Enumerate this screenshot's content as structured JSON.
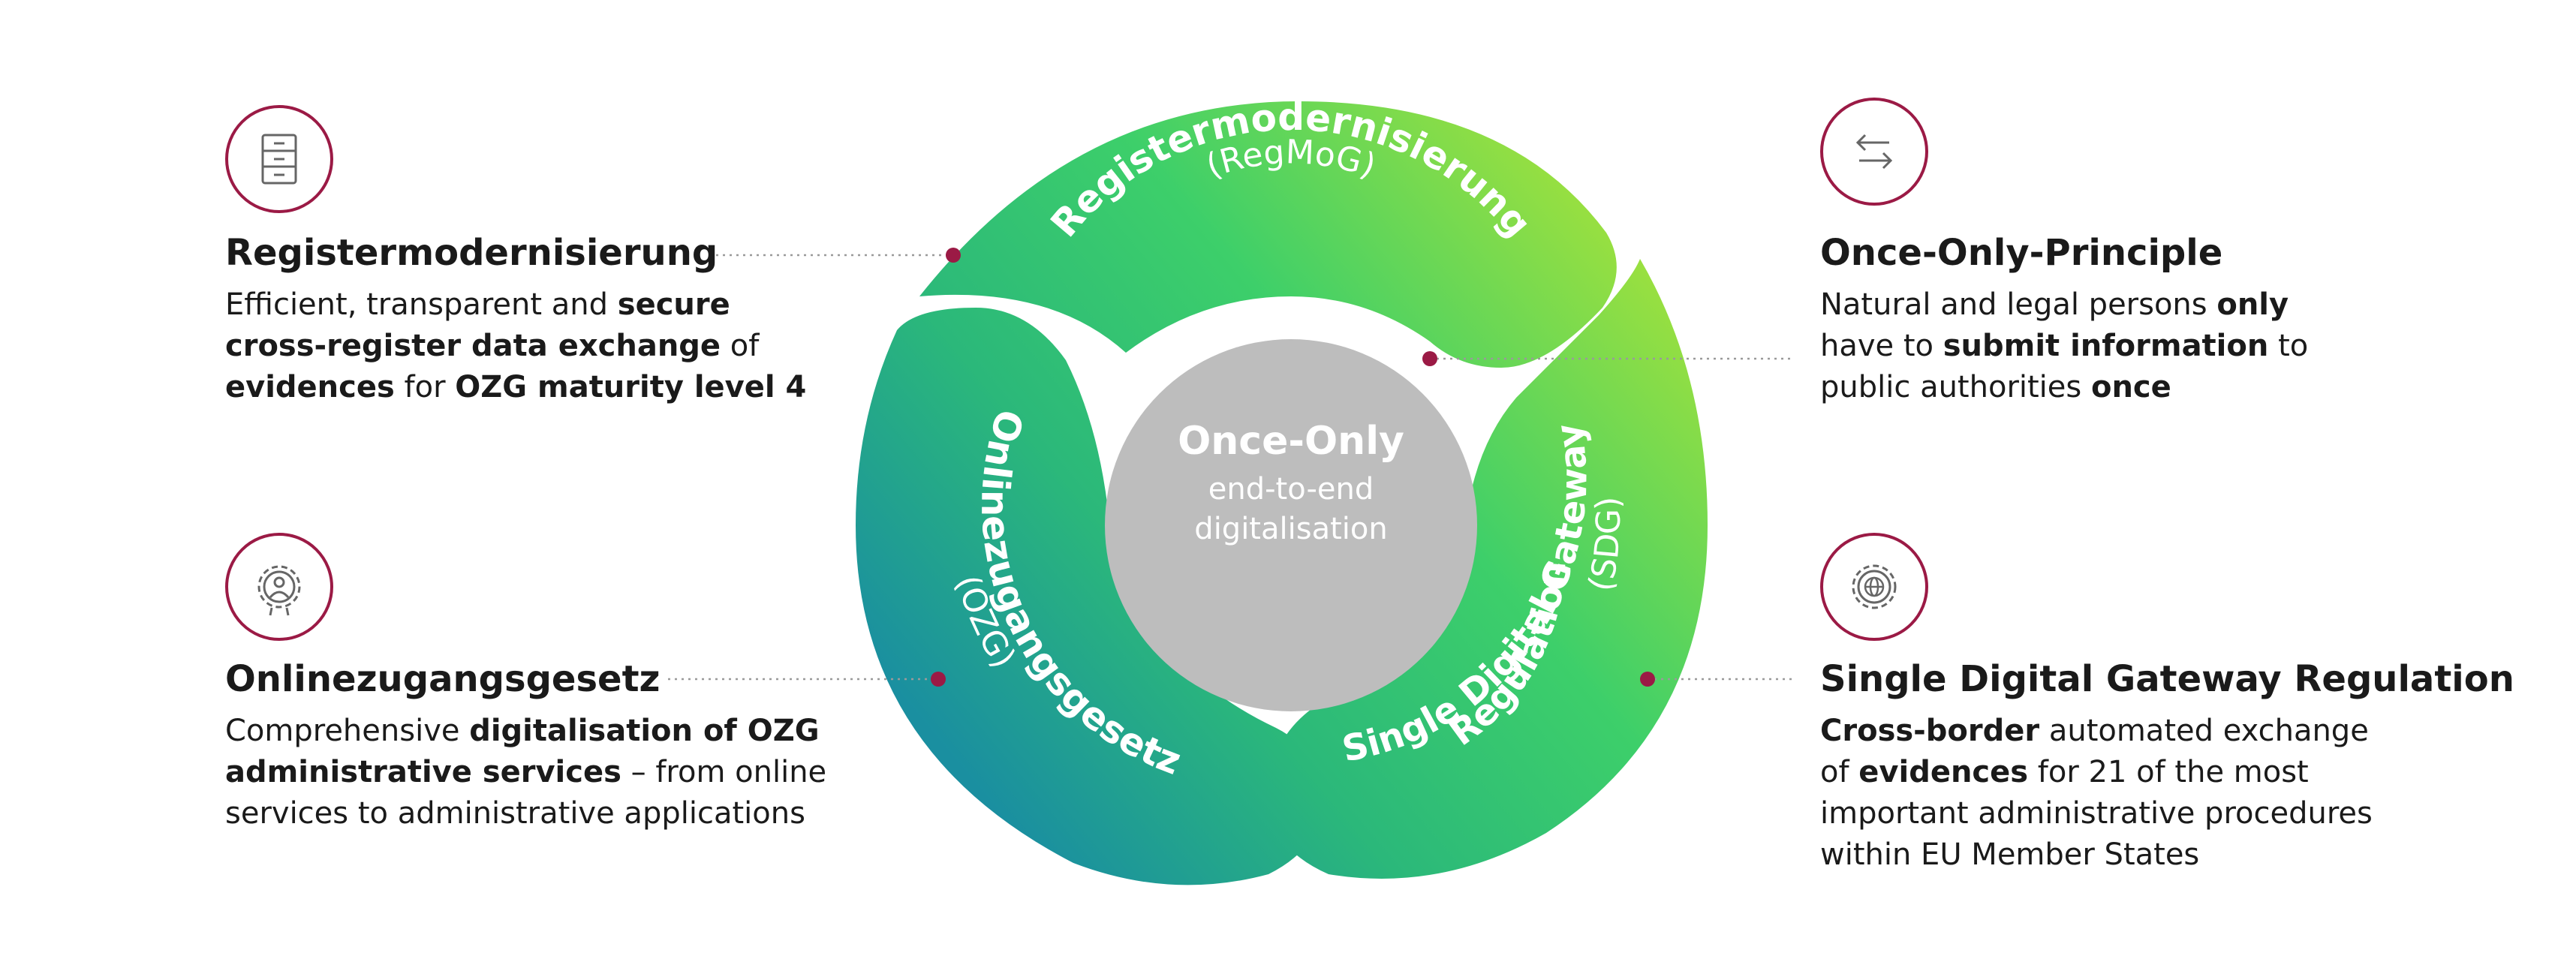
{
  "colors": {
    "accent": "#9b1a45",
    "center": "#bdbdbd",
    "green_dark": "#1a8fa0",
    "green_mid": "#3dcf6a",
    "green_light": "#a6e23a"
  },
  "center": {
    "title": "Once-Only",
    "line1": "end-to-end",
    "line2": "digitalisation"
  },
  "ring": {
    "top": {
      "title": "Registermodernisierung",
      "sub": "(RegMoG)"
    },
    "left": {
      "title": "Onlinezugangsgesetz",
      "sub": "(OZG)"
    },
    "right": {
      "title": "Single Digital Gateway",
      "sub": "(SDG)",
      "line2": "Regulation"
    }
  },
  "blocks": [
    {
      "id": "regmog",
      "icon": "file-cabinet-icon",
      "heading": "Registermodernisierung",
      "lines": [
        [
          {
            "t": "Efficient, transparent and ",
            "b": false
          },
          {
            "t": "secure",
            "b": true
          }
        ],
        [
          {
            "t": "cross-register data exchange",
            "b": true
          },
          {
            "t": " of",
            "b": false
          }
        ],
        [
          {
            "t": "evidences",
            "b": true
          },
          {
            "t": " for ",
            "b": false
          },
          {
            "t": "OZG maturity level 4",
            "b": true
          }
        ]
      ]
    },
    {
      "id": "ozg",
      "icon": "gear-person-icon",
      "heading": "Onlinezugangsgesetz",
      "lines": [
        [
          {
            "t": "Comprehensive ",
            "b": false
          },
          {
            "t": "digitalisation of OZG",
            "b": true
          }
        ],
        [
          {
            "t": "administrative services",
            "b": true
          },
          {
            "t": " – from online",
            "b": false
          }
        ],
        [
          {
            "t": "services to administrative applications",
            "b": false
          }
        ]
      ]
    },
    {
      "id": "onceonly",
      "icon": "exchange-arrows-icon",
      "heading": "Once-Only-Principle",
      "lines": [
        [
          {
            "t": "Natural and legal persons ",
            "b": false
          },
          {
            "t": "only",
            "b": true
          }
        ],
        [
          {
            "t": "have to ",
            "b": false
          },
          {
            "t": "submit information",
            "b": true
          },
          {
            "t": " to",
            "b": false
          }
        ],
        [
          {
            "t": "public authorities ",
            "b": false
          },
          {
            "t": "once",
            "b": true
          }
        ]
      ]
    },
    {
      "id": "sdg",
      "icon": "gear-globe-icon",
      "heading": "Single Digital Gateway Regulation",
      "lines": [
        [
          {
            "t": "Cross-border",
            "b": true
          },
          {
            "t": " automated exchange",
            "b": false
          }
        ],
        [
          {
            "t": "of ",
            "b": false
          },
          {
            "t": "evidences",
            "b": true
          },
          {
            "t": " for 21 of the most",
            "b": false
          }
        ],
        [
          {
            "t": "important administrative procedures",
            "b": false
          }
        ],
        [
          {
            "t": "within EU Member States",
            "b": false
          }
        ]
      ]
    }
  ]
}
